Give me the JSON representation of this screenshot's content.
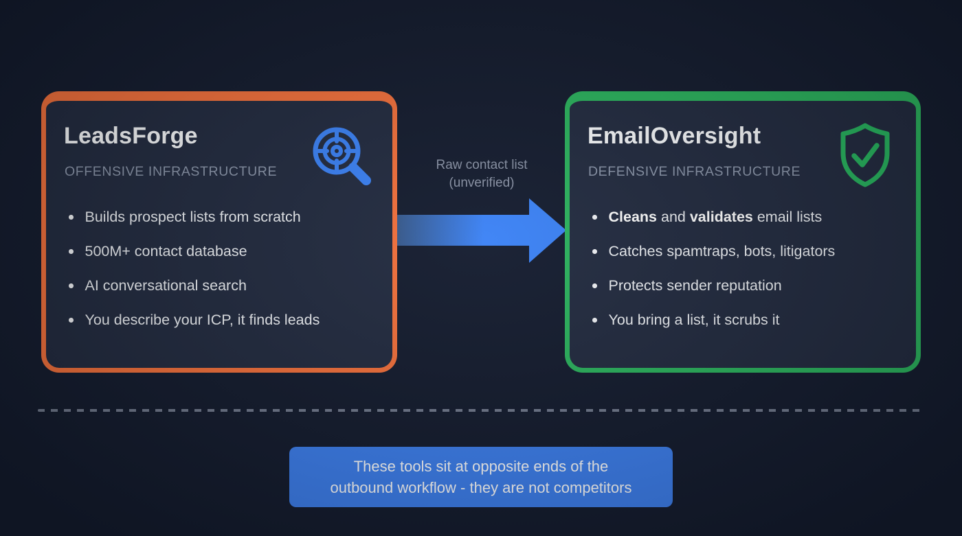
{
  "colors": {
    "bg": "#141c2f",
    "card-bg": "#222b40",
    "accent-left": "#f4713c",
    "accent-right": "#2bb45e",
    "icon-left": "#3b82f6",
    "icon-right": "#27b55f",
    "arrow-bright": "#3b82f6",
    "arrow-dim": "#375a8d",
    "callout-bg": "#3d80f0"
  },
  "cards": {
    "left": {
      "title": "LeadsForge",
      "subtitle": "OFFENSIVE INFRASTRUCTURE",
      "icon": "target-search-icon",
      "bullets": [
        [
          {
            "t": "Builds prospect lists from scratch",
            "b": false
          }
        ],
        [
          {
            "t": "500M+ contact database",
            "b": false
          }
        ],
        [
          {
            "t": "AI conversational search",
            "b": false
          }
        ],
        [
          {
            "t": "You describe your ICP, it finds leads",
            "b": false
          }
        ]
      ]
    },
    "right": {
      "title": "EmailOversight",
      "subtitle": "DEFENSIVE INFRASTRUCTURE",
      "icon": "shield-check-icon",
      "bullets": [
        [
          {
            "t": "Cleans",
            "b": true
          },
          {
            "t": " and ",
            "b": false
          },
          {
            "t": "validates",
            "b": true
          },
          {
            "t": " email lists",
            "b": false
          }
        ],
        [
          {
            "t": "Catches spamtraps, bots, litigators",
            "b": false
          }
        ],
        [
          {
            "t": "Protects sender reputation",
            "b": false
          }
        ],
        [
          {
            "t": "You bring a list, it scrubs it",
            "b": false
          }
        ]
      ]
    }
  },
  "flow": {
    "label_line1": "Raw contact list",
    "label_line2": "(unverified)"
  },
  "callout": {
    "line1": "These tools sit at opposite ends of the",
    "line2": "outbound workflow - they are not competitors"
  }
}
